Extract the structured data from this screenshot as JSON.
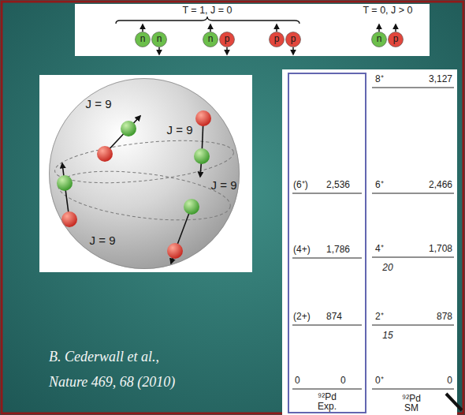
{
  "diagram": {
    "nodes": [
      {
        "text": [
          "T = 1, J = 0",
          "T = 0, J > 0"
        ]
      },
      {
        "text": [
          "n"
        ],
        "in": 0
      },
      {
        "text": [
          "n"
        ],
        "in": 0
      },
      {
        "text": [
          "n"
        ],
        "in": 0
      },
      {
        "text": [
          "p"
        ],
        "in": 0
      },
      {
        "text": [
          "p"
        ],
        "in": 0
      },
      {
        "text": [
          "p"
        ],
        "in": 0
      },
      {
        "text": [
          "n"
        ],
        "in": 0
      },
      {
        "text": [
          "p"
        ],
        "in": 0
      },
      {
        "text": [
          "J = 9",
          "J = 9",
          "J = 9",
          "J = 9"
        ]
      },
      {
        "text": [
          "8⁺",
          "3,127",
          "6⁺",
          "2,466",
          "4⁺",
          "1,708",
          "20",
          "2⁺",
          "878",
          "15",
          "0⁺",
          "0",
          "⁹²Pd SM"
        ]
      },
      {
        "text": [
          "(6⁺)",
          "2,536",
          "(4+)",
          "1,786",
          "(2+)",
          "874",
          "0",
          "0",
          "⁹²Pd Exp."
        ],
        "in": 10
      }
    ],
    "labels": [
      "B. Cederwall et al.,",
      "Nature 469, 68 (2010)"
    ]
  }
}
